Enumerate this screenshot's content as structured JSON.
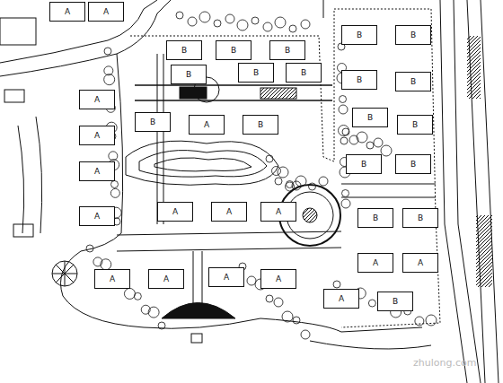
{
  "diagram": {
    "nodes": [
      {
        "text": [
          "A"
        ]
      },
      {
        "text": [
          "A"
        ]
      },
      {
        "text": [
          "A"
        ]
      },
      {
        "text": [
          "A"
        ]
      },
      {
        "text": [
          "A"
        ]
      },
      {
        "text": [
          "A"
        ]
      },
      {
        "text": [
          "B"
        ]
      },
      {
        "text": [
          "B"
        ]
      },
      {
        "text": [
          "B"
        ]
      },
      {
        "text": [
          "B"
        ]
      },
      {
        "text": [
          "B"
        ]
      },
      {
        "text": [
          "B"
        ]
      },
      {
        "text": [
          "B"
        ]
      },
      {
        "text": [
          "B"
        ]
      },
      {
        "text": [
          "B"
        ]
      },
      {
        "text": [
          "B"
        ]
      },
      {
        "text": [
          "B"
        ]
      },
      {
        "text": [
          "A"
        ]
      },
      {
        "text": [
          "B"
        ]
      },
      {
        "text": [
          "B"
        ]
      },
      {
        "text": [
          "B"
        ]
      },
      {
        "text": [
          "B"
        ]
      },
      {
        "text": [
          "B"
        ]
      },
      {
        "text": [
          "A"
        ]
      },
      {
        "text": [
          "A"
        ]
      },
      {
        "text": [
          "A"
        ]
      },
      {
        "text": [
          "B"
        ]
      },
      {
        "text": [
          "B"
        ]
      },
      {
        "text": [
          "A"
        ]
      },
      {
        "text": [
          "A"
        ]
      },
      {
        "text": [
          "A"
        ]
      },
      {
        "text": [
          "B"
        ]
      },
      {
        "text": [
          "A"
        ]
      },
      {
        "text": [
          "A"
        ]
      },
      {
        "text": [
          "A"
        ]
      },
      {
        "text": [
          "A"
        ]
      }
    ],
    "labels": [
      "zhulong.com"
    ]
  }
}
